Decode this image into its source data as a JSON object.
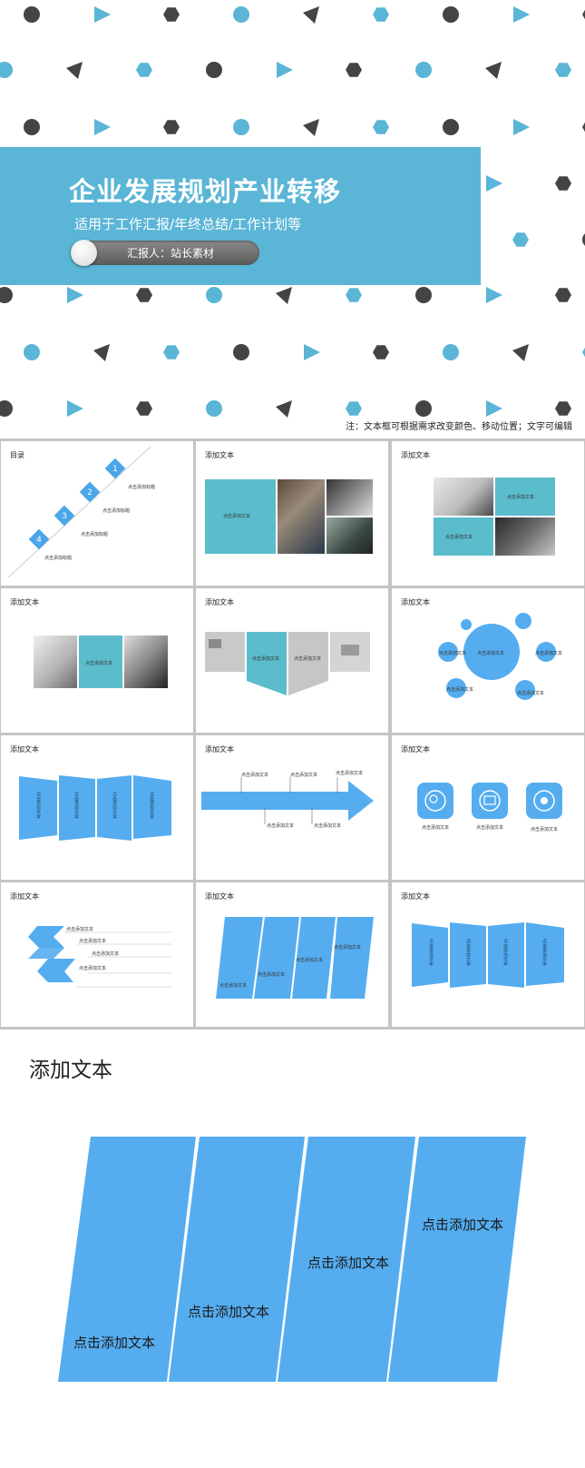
{
  "hero": {
    "title": "企业发展规划产业转移",
    "subtitle": "适用于工作汇报/年终总结/工作计划等",
    "reporter": "汇报人：站长素材",
    "note": "注：文本框可根据需求改变颜色、移动位置；文字可编辑",
    "colors": {
      "band": "#5ab5d6",
      "circle": "#5ab5d6",
      "dark": "#444444"
    }
  },
  "toc": {
    "title": "目录",
    "items": [
      {
        "num": "1",
        "text": "点击添加标题"
      },
      {
        "num": "2",
        "text": "点击添加标题"
      },
      {
        "num": "3",
        "text": "点击添加标题"
      },
      {
        "num": "4",
        "text": "点击添加标题"
      }
    ]
  },
  "slide_title": "添加文本",
  "placeholder": "点击添加文本",
  "big_slide": {
    "title": "添加文本",
    "labels": [
      "点击添加文本",
      "点击添加文本",
      "点击添加文本",
      "点击添加文本"
    ]
  },
  "accent_blue": "#55adf0",
  "accent_teal": "#5bbccc"
}
